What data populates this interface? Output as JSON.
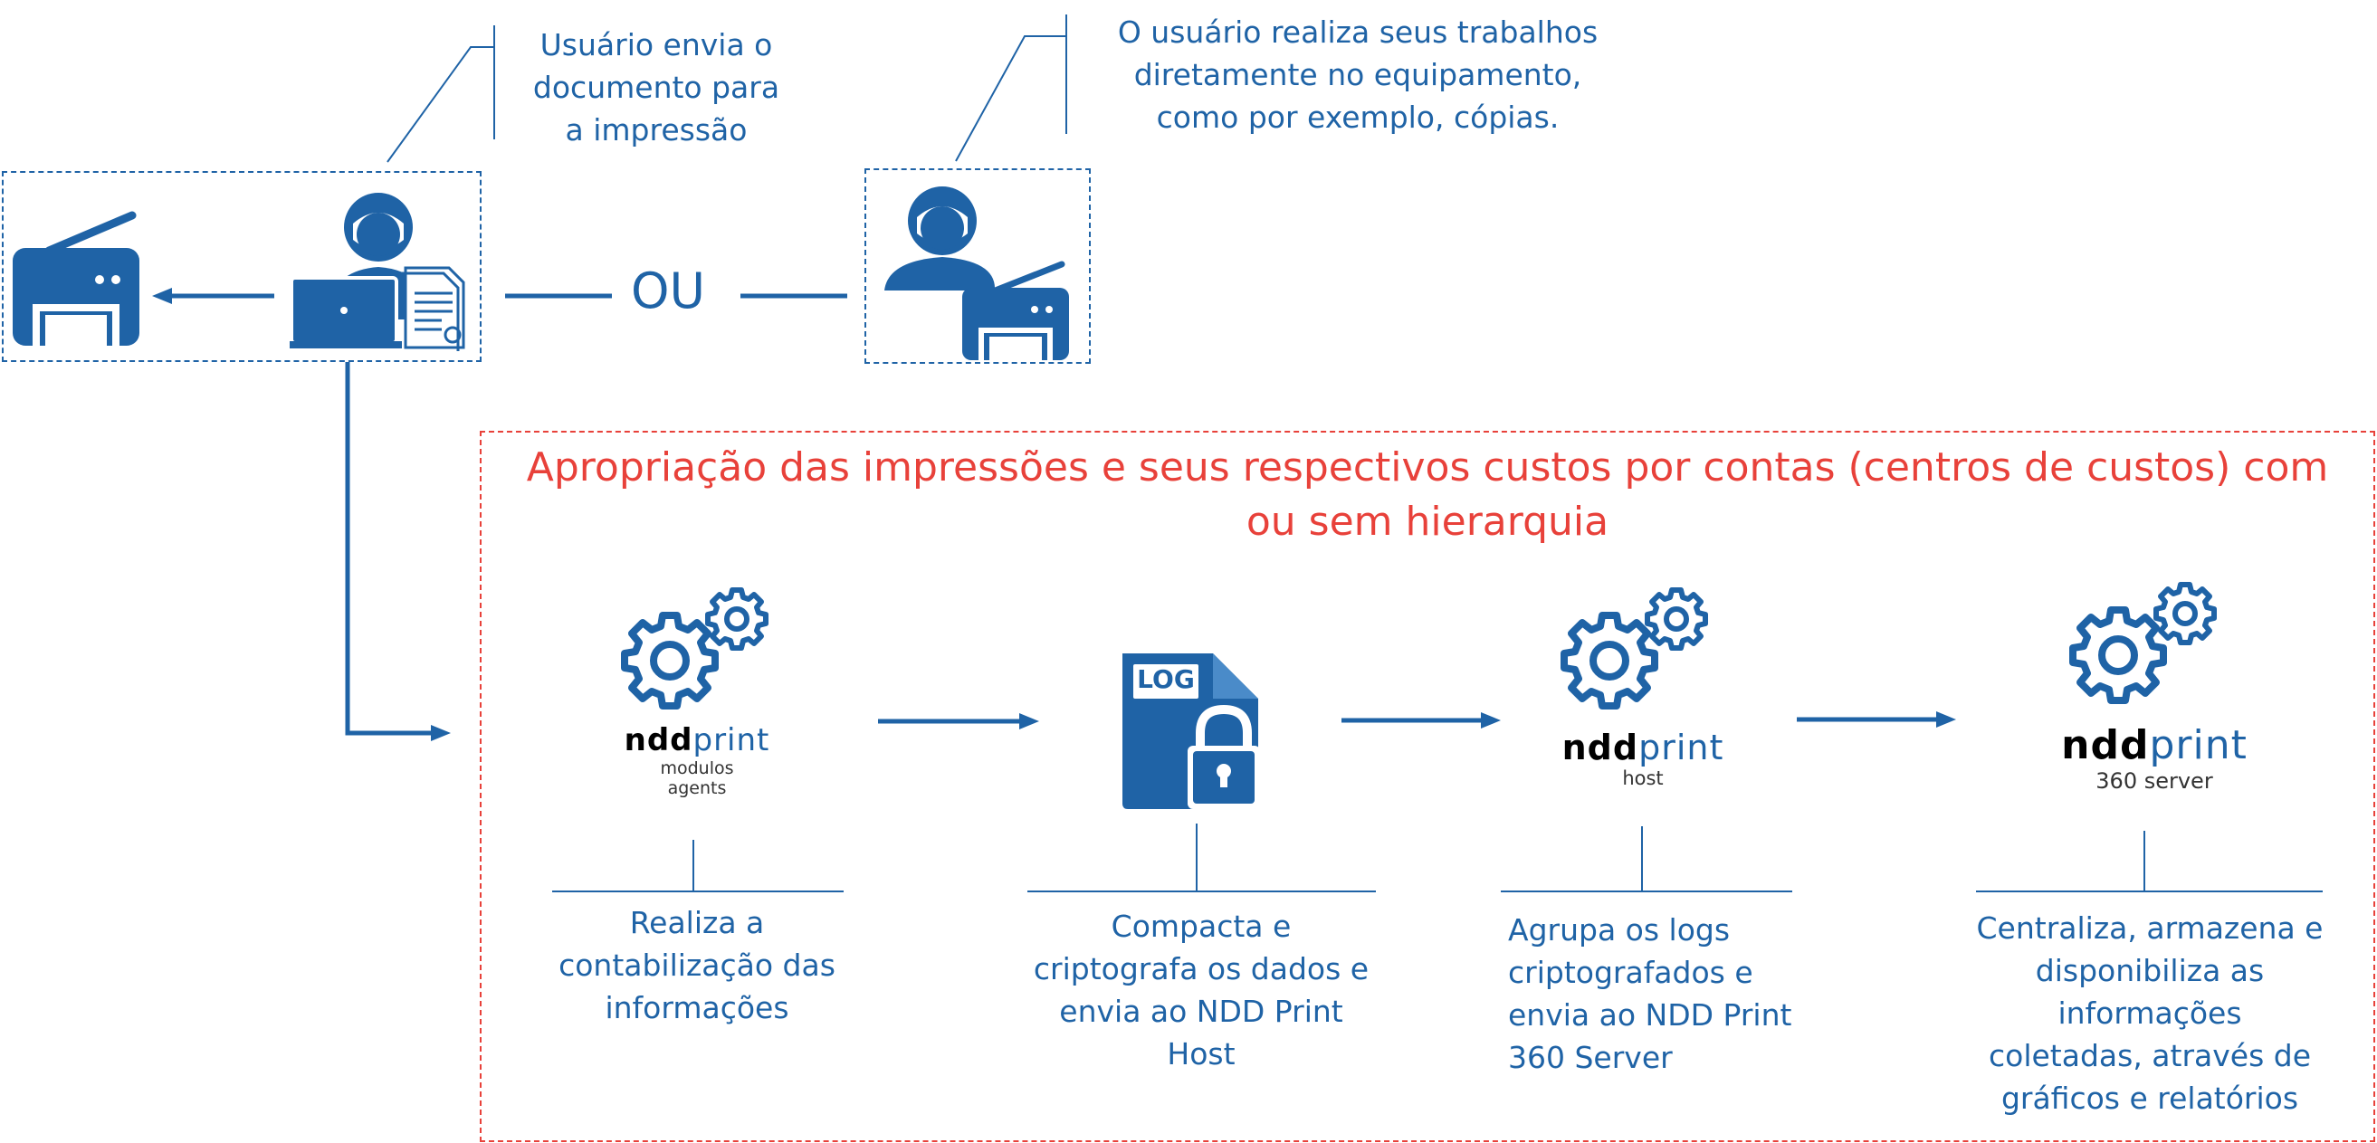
{
  "top": {
    "callout_left": "Usuário envia o\ndocumento para\na impressão",
    "callout_right": "O usuário realiza seus trabalhos\ndiretamente no equipamento,\ncomo por exemplo, cópias.",
    "or_label": "OU"
  },
  "process": {
    "title": "Apropriação das impressões e seus respectivos custos por contas (centros de custos) com ou sem hierarquia",
    "steps": [
      {
        "brand_a": "ndd",
        "brand_b": "print",
        "brand_sub1": "modulos",
        "brand_sub2": "agents",
        "description": "Realiza a\ncontabilização das\ninformações"
      },
      {
        "icon_label": "LOG",
        "description": "Compacta e\ncriptografa os dados e\nenvia ao NDD Print\nHost"
      },
      {
        "brand_a": "ndd",
        "brand_b": "print",
        "brand_sub1": "host",
        "description": "Agrupa os logs\ncriptografados e\nenvia ao NDD Print\n360 Server"
      },
      {
        "brand_a": "ndd",
        "brand_b": "print",
        "brand_sub1": "360 server",
        "description": "Centraliza, armazena e\ndisponibiliza as\ninformações\ncoletadas, através de\ngráficos e relatórios"
      }
    ]
  },
  "colors": {
    "primary": "#1f63a6",
    "accent_red": "#e8413a"
  },
  "icons": [
    "printer-icon",
    "user-laptop-icon",
    "document-icon",
    "user-icon",
    "gears-icon",
    "log-file-lock-icon"
  ]
}
